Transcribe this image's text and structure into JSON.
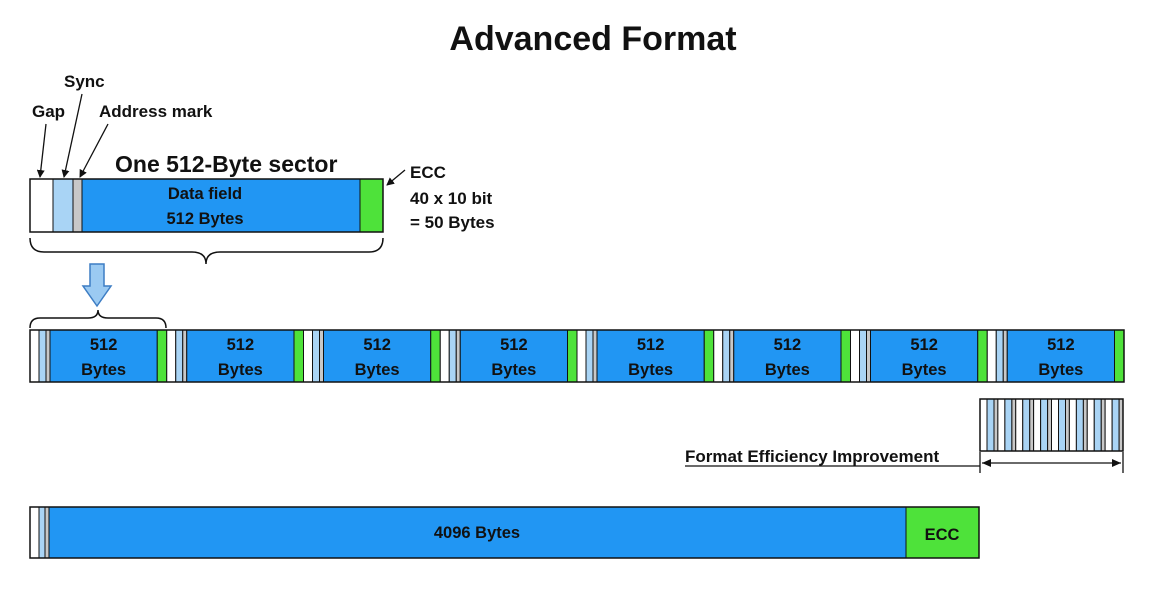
{
  "title": "Advanced Format",
  "top_sector": {
    "heading": "One 512-Byte sector",
    "gap_label": "Gap",
    "sync_label": "Sync",
    "address_mark_label": "Address mark",
    "data_field_line1": "Data field",
    "data_field_line2": "512 Bytes",
    "ecc_label": "ECC",
    "ecc_detail_line1": "40 x 10 bit",
    "ecc_detail_line2": "= 50 Bytes"
  },
  "row512": {
    "sector_count": 8,
    "line1": "512",
    "line2": "Bytes"
  },
  "efficiency_label": "Format Efficiency Improvement",
  "row4096": {
    "data_label": "4096 Bytes",
    "ecc_label": "ECC"
  },
  "colors": {
    "data": "#2196f3",
    "ecc": "#4ee23a",
    "sync": "#a9d4f5",
    "address_mark": "#c8c8c8",
    "gap": "#ffffff",
    "outline": "#111111",
    "arrow_fill": "#9bcaf2",
    "arrow_stroke": "#3d7dc4"
  }
}
